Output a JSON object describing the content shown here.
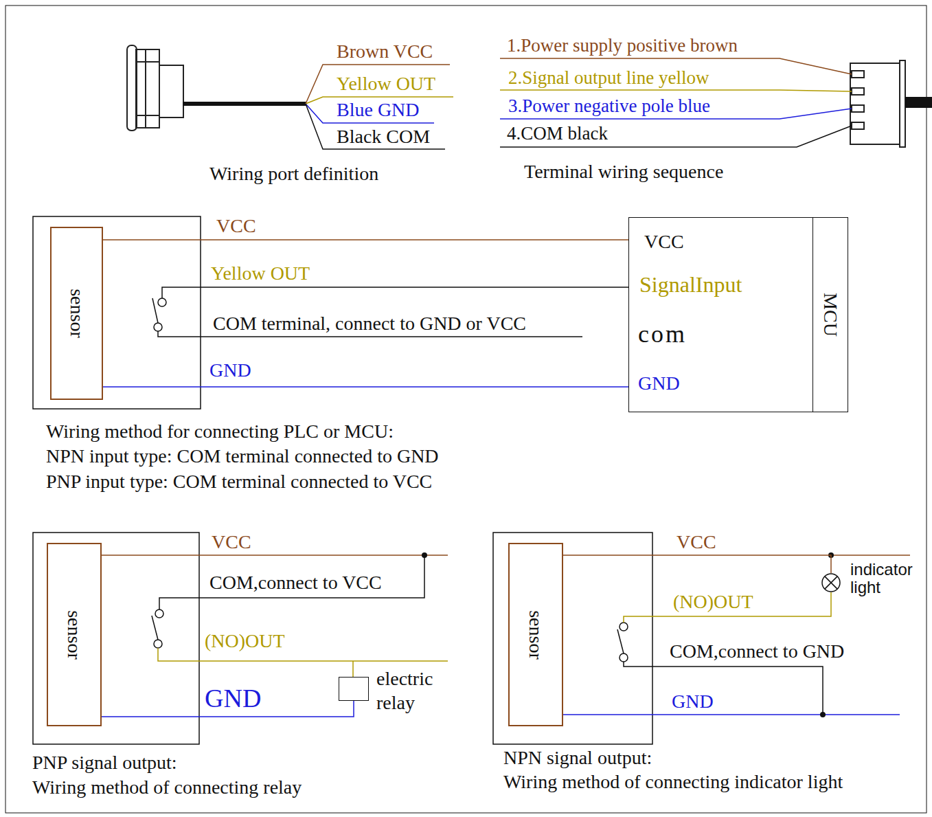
{
  "diagram": {
    "nodes": [
      {
        "text": [
          "sensor"
        ]
      },
      {
        "text": [
          "VCC",
          "SignalInput",
          "com",
          "GND"
        ]
      },
      {
        "text": [
          "MCU"
        ],
        "in": 1
      },
      {
        "text": [
          "sensor"
        ]
      },
      {
        "text": [
          "electric relay"
        ]
      },
      {
        "text": [
          "sensor"
        ]
      },
      {
        "text": [
          "indicator light"
        ]
      }
    ],
    "edges": [
      {
        "from": 0,
        "to": 1,
        "arrow": "none",
        "label": "VCC"
      },
      {
        "from": 0,
        "to": 1,
        "arrow": "none",
        "label": "GND"
      },
      {
        "from": 3,
        "to": 4,
        "arrow": "none",
        "label": "GND"
      },
      {
        "from": 5,
        "to": 6,
        "arrow": "none",
        "label": "VCC"
      }
    ],
    "labels": [
      "Brown VCC",
      "Yellow OUT",
      "Blue GND",
      "Black COM",
      "Wiring port definition",
      "1.Power supply positive brown",
      "2.Signal output line yellow",
      "3.Power negative pole blue",
      "4.COM black",
      "Terminal wiring sequence",
      "Yellow OUT",
      "COM terminal, connect to GND or VCC",
      "Wiring method for connecting PLC or MCU:",
      "NPN input type: COM terminal connected to GND",
      "PNP input type: COM terminal connected to VCC",
      "VCC",
      "COM,connect to VCC",
      "(NO)OUT",
      "PNP signal output:",
      "Wiring method of connecting relay",
      "(NO)OUT",
      "COM,connect to GND",
      "GND",
      "NPN signal output:",
      "Wiring method of connecting indicator light"
    ]
  }
}
